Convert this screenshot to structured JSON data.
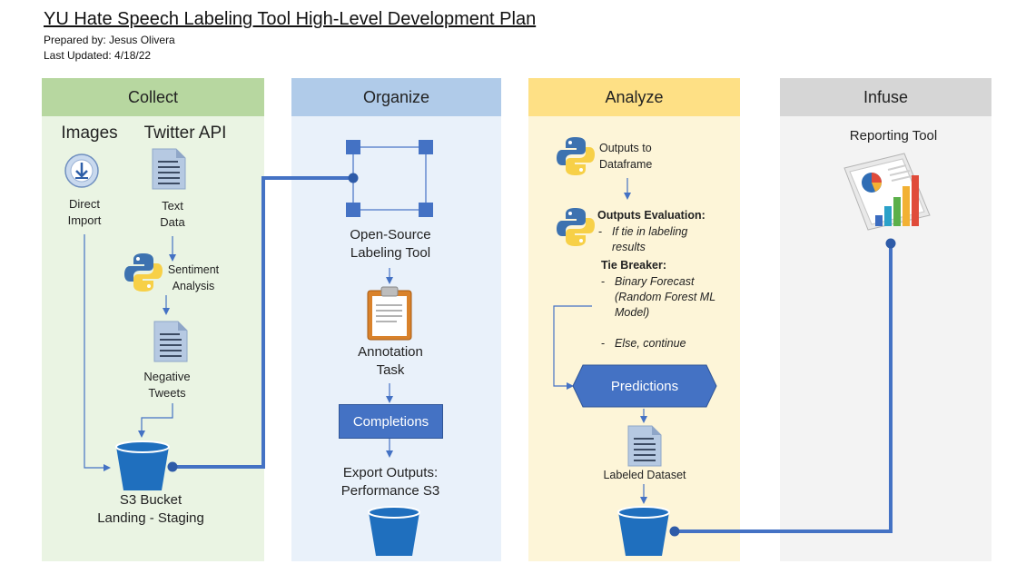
{
  "header": {
    "title": "YU Hate Speech Labeling Tool High-Level Development Plan",
    "prepared_by": "Prepared by: Jesus Olivera",
    "last_updated": "Last Updated: 4/18/22"
  },
  "colors": {
    "collect_header": "#b7d7a0",
    "collect_bg": "#eaf4e3",
    "organize_header": "#b0cbe9",
    "organize_bg": "#e9f1fa",
    "analyze_header": "#fee085",
    "analyze_bg": "#fdf5d8",
    "infuse_header": "#d6d6d6",
    "infuse_bg": "#f3f3f3",
    "flow_line": "#4472c4",
    "bucket": "#1f6fbe"
  },
  "columns": {
    "collect": {
      "title": "Collect",
      "images_label": "Images",
      "twitter_label": "Twitter API",
      "direct_import_1": "Direct",
      "direct_import_2": "Import",
      "text_data_1": "Text",
      "text_data_2": "Data",
      "sentiment_1": "Sentiment",
      "sentiment_2": "Analysis",
      "negative_1": "Negative",
      "negative_2": "Tweets",
      "bucket_1": "S3 Bucket",
      "bucket_2": "Landing - Staging"
    },
    "organize": {
      "title": "Organize",
      "labeling_1": "Open-Source",
      "labeling_2": "Labeling Tool",
      "annotation_1": "Annotation",
      "annotation_2": "Task",
      "completions": "Completions",
      "export_1": "Export Outputs:",
      "export_2": "Performance S3"
    },
    "analyze": {
      "title": "Analyze",
      "outputs_df_1": "Outputs to",
      "outputs_df_2": "Dataframe",
      "eval_title": "Outputs Evaluation:",
      "eval_dash": "-",
      "eval_item_1": "If tie in labeling",
      "eval_item_2": "results",
      "tie_breaker": "Tie Breaker:",
      "tb_dash_1": "-",
      "tb_item_1": "Binary Forecast",
      "tb_item_2": "(Random Forest ML",
      "tb_item_3": "Model)",
      "tb_dash_2": "-",
      "tb_item_4": "Else, continue",
      "predictions": "Predictions",
      "labeled_dataset": "Labeled Dataset"
    },
    "infuse": {
      "title": "Infuse",
      "reporting_tool": "Reporting Tool"
    }
  },
  "icons": {
    "download": "download-icon",
    "document": "document-icon",
    "python": "python-icon",
    "bucket": "bucket-icon",
    "clipboard": "clipboard-icon",
    "reporting": "reporting-chart-icon"
  }
}
